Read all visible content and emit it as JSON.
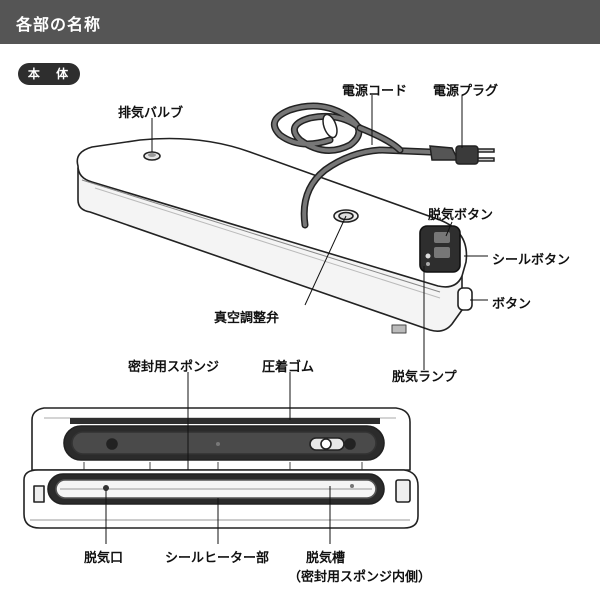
{
  "header": {
    "title": "各部の名称"
  },
  "section_badge": "本 体",
  "labels": {
    "exhaust_valve": "排気バルブ",
    "power_cord": "電源コード",
    "power_plug": "電源プラグ",
    "degas_button": "脱気ボタン",
    "seal_button": "シールボタン",
    "button": "ボタン",
    "vacuum_valve": "真空調整弁",
    "degas_lamp": "脱気ランプ",
    "seal_sponge": "密封用スポンジ",
    "pressure_rubber": "圧着ゴム",
    "degas_port": "脱気口",
    "seal_heater": "シールヒーター部",
    "degas_chamber": "脱気槽",
    "degas_chamber_sub": "（密封用スポンジ内側）"
  }
}
